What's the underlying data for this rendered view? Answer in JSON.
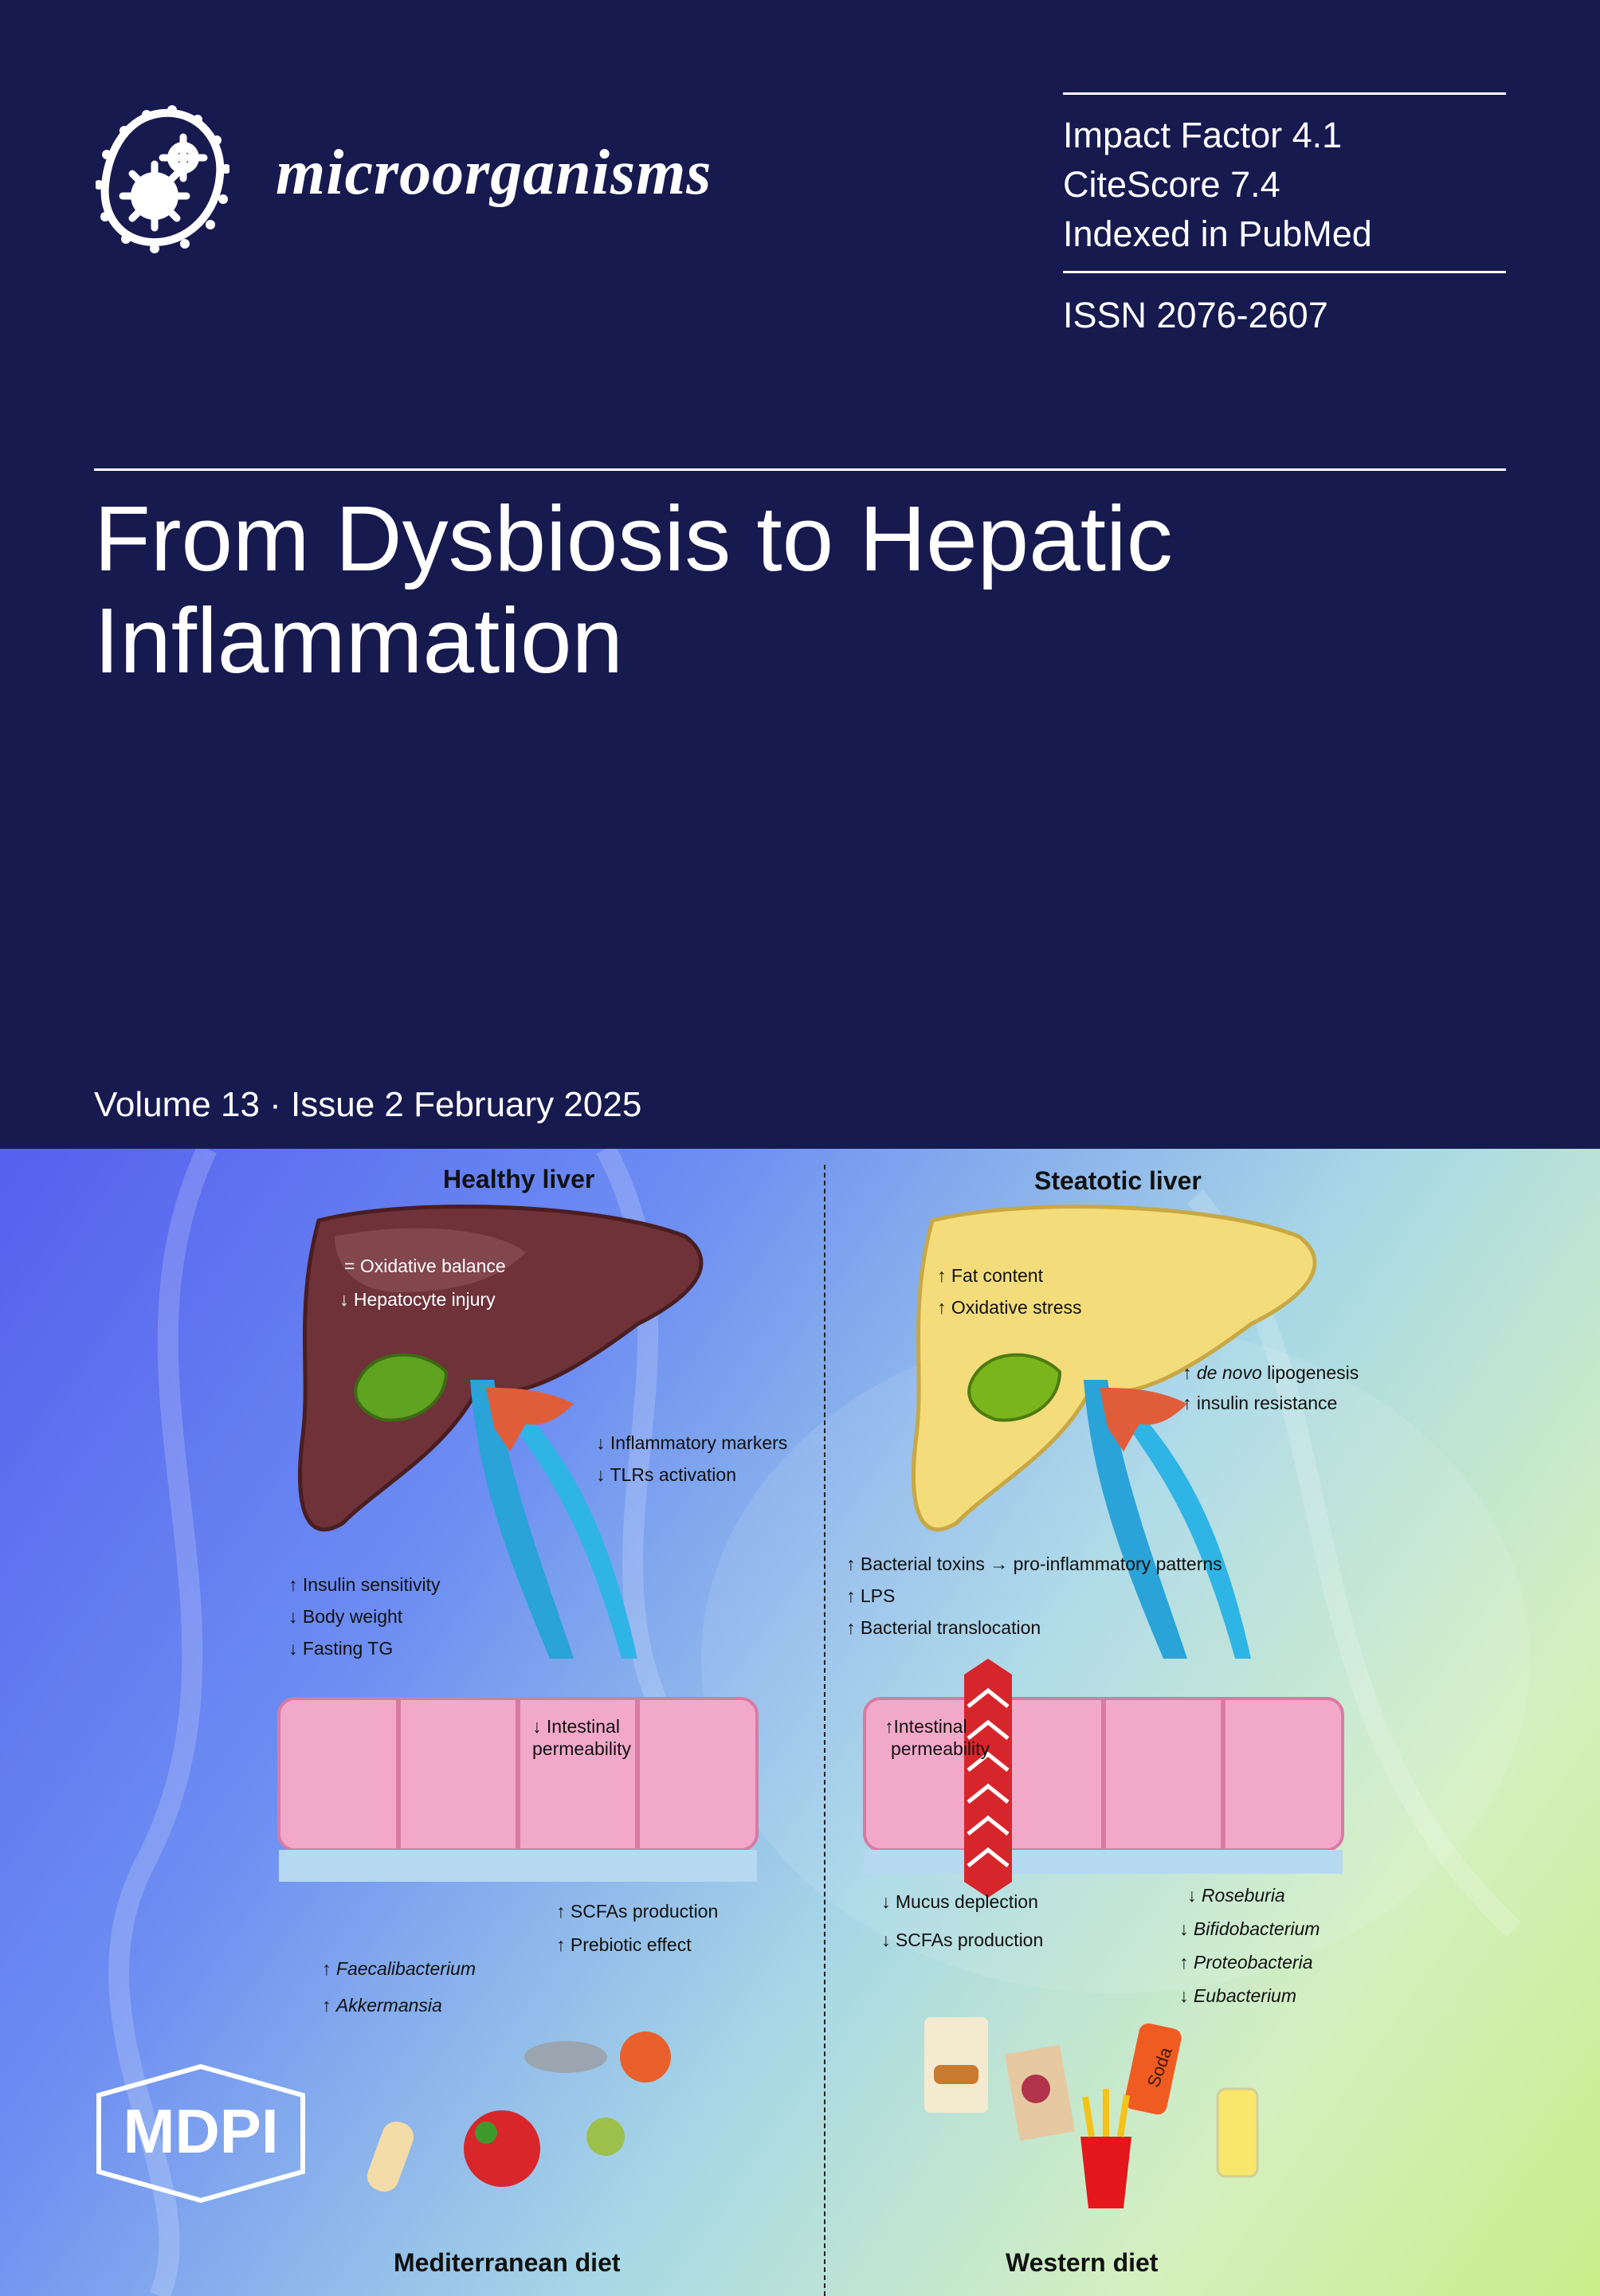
{
  "journal": {
    "name": "microorganisms"
  },
  "metrics": {
    "impact_factor": "Impact Factor 4.1",
    "citescore": "CiteScore 7.4",
    "indexed": "Indexed in PubMed",
    "issn": "ISSN 2076-2607"
  },
  "article": {
    "title": "From Dysbiosis to Hepatic Inflammation"
  },
  "issue": {
    "label": "Volume 13 · Issue 2 February 2025"
  },
  "illustration": {
    "left_title": "Healthy liver",
    "right_title": "Steatotic liver",
    "left_diet": "Mediterranean diet",
    "right_diet": "Western diet",
    "healthy_notes": {
      "oxidative_balance": "=  Oxidative balance",
      "hepatocyte_injury": "↓ Hepatocyte injury",
      "inflammatory_markers": "↓ Inflammatory markers",
      "tlrs_activation": "↓ TLRs activation",
      "insulin_sensitivity": "↑ Insulin sensitivity",
      "body_weight": "↓ Body weight",
      "fasting_tg": "↓ Fasting TG",
      "intestinal_permeability_1": "↓ Intestinal",
      "intestinal_permeability_2": "permeability",
      "scfas_production": "↑ SCFAs production",
      "prebiotic_effect": "↑ Prebiotic effect",
      "faecalibacterium": "Faecalibacterium",
      "akkermansia": "Akkermansia"
    },
    "steatotic_notes": {
      "fat_content": "↑ Fat content",
      "oxidative_stress": "↑ Oxidative stress",
      "de_novo": "de novo",
      "lipogenesis": " lipogenesis",
      "insulin_resistance": "↑ insulin resistance",
      "bacterial_toxins": "↑ Bacterial toxins → pro-inflammatory patterns",
      "lps": "↑ LPS",
      "bacterial_translocation": "↑ Bacterial translocation",
      "intestinal_permeability_1": "↑Intestinal",
      "intestinal_permeability_2": "permeability",
      "mucus_depletion": "↓ Mucus deplection",
      "scfas_production": "↓ SCFAs production",
      "roseburia": "Roseburia",
      "bifidobacterium": "Bifidobacterium",
      "proteobacteria": "Proteobacteria",
      "eubacterium": "Eubacterium",
      "soda_can": "Soda"
    }
  },
  "publisher": {
    "name": "MDPI"
  },
  "colors": {
    "header_bg": "#161a4f",
    "text": "#ffffff"
  }
}
